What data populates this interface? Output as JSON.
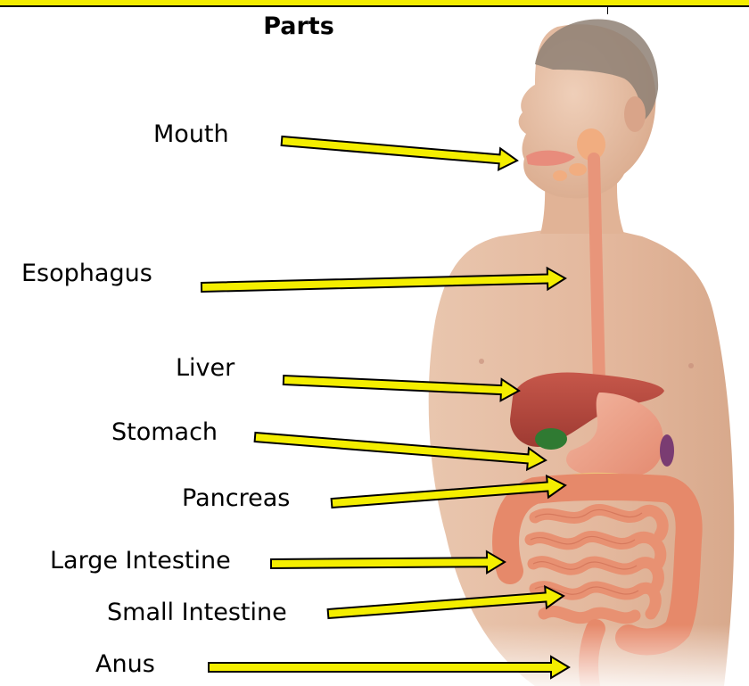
{
  "title": "Parts",
  "colors": {
    "arrow_fill": "#f4ee00",
    "arrow_stroke": "#000000",
    "skin": "#e8bfa6",
    "organ": "#e6896a",
    "liver": "#b6443a",
    "gallbladder": "#2f7a32",
    "pancreas": "#eec17a",
    "spleen": "#7a3c72",
    "banner": "#f4ed00"
  },
  "labels": [
    {
      "id": "mouth",
      "text": "Mouth"
    },
    {
      "id": "esophagus",
      "text": "Esophagus"
    },
    {
      "id": "liver",
      "text": "Liver"
    },
    {
      "id": "stomach",
      "text": "Stomach"
    },
    {
      "id": "pancreas",
      "text": "Pancreas"
    },
    {
      "id": "large-intestine",
      "text": "Large Intestine"
    },
    {
      "id": "small-intestine",
      "text": "Small Intestine"
    },
    {
      "id": "anus",
      "text": "Anus"
    }
  ]
}
